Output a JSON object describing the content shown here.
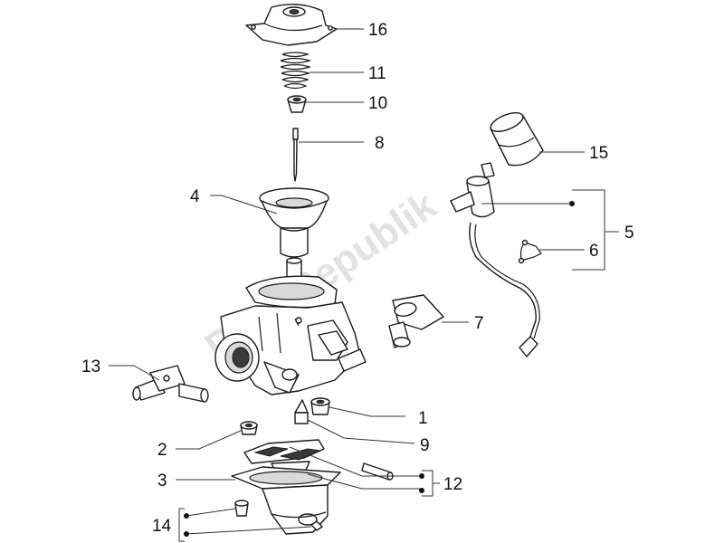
{
  "watermark": "PartsRepublik",
  "callouts": [
    {
      "id": "16",
      "label": "16"
    },
    {
      "id": "11",
      "label": "11"
    },
    {
      "id": "10",
      "label": "10"
    },
    {
      "id": "8",
      "label": "8"
    },
    {
      "id": "15",
      "label": "15"
    },
    {
      "id": "4",
      "label": "4"
    },
    {
      "id": "5",
      "label": "5"
    },
    {
      "id": "6",
      "label": "6"
    },
    {
      "id": "7",
      "label": "7"
    },
    {
      "id": "13",
      "label": "13"
    },
    {
      "id": "1",
      "label": "1"
    },
    {
      "id": "9",
      "label": "9"
    },
    {
      "id": "2",
      "label": "2"
    },
    {
      "id": "12",
      "label": "12"
    },
    {
      "id": "3",
      "label": "3"
    },
    {
      "id": "14",
      "label": "14"
    }
  ]
}
